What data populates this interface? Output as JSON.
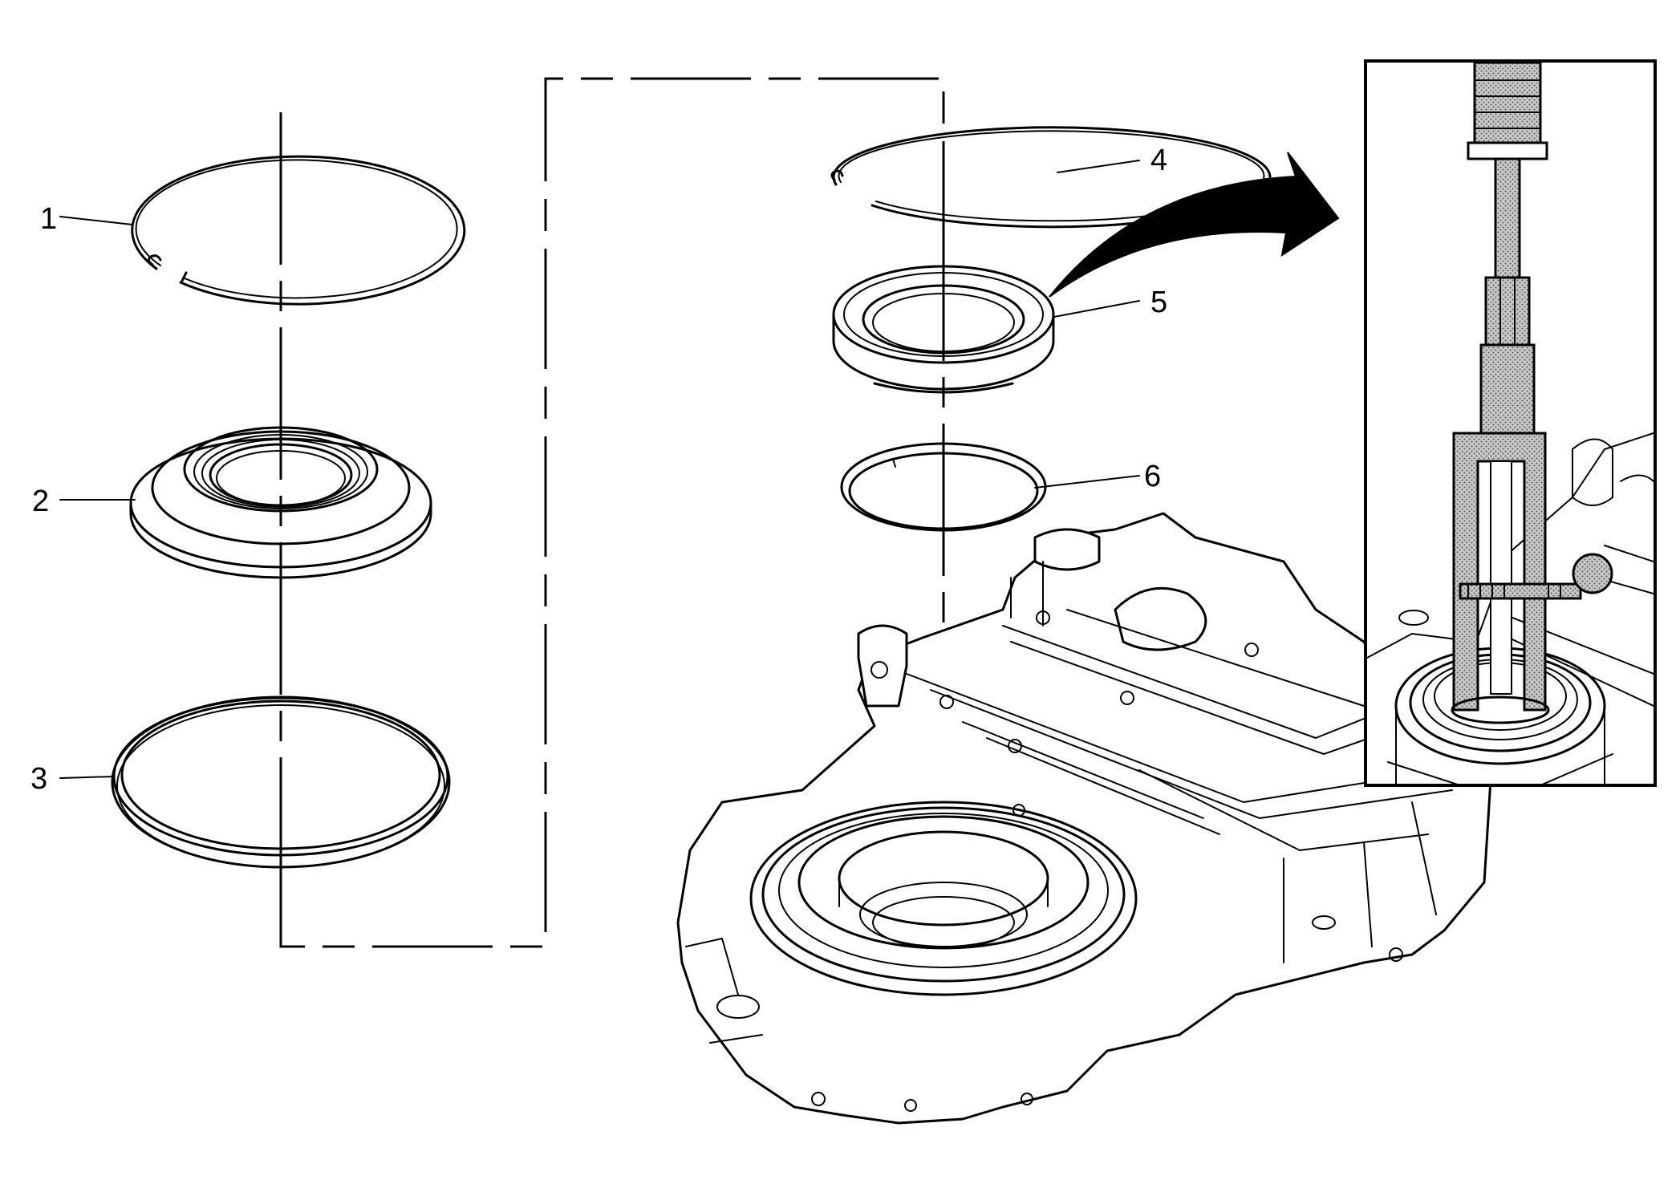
{
  "callouts": [
    {
      "id": "1",
      "label": "1"
    },
    {
      "id": "2",
      "label": "2"
    },
    {
      "id": "3",
      "label": "3"
    },
    {
      "id": "4",
      "label": "4"
    },
    {
      "id": "5",
      "label": "5"
    },
    {
      "id": "6",
      "label": "6"
    }
  ],
  "icons": {
    "arrow": "curved-arrow-icon",
    "tool": "seal-installer-tool-icon"
  },
  "colors": {
    "line": "#000000",
    "background": "#ffffff",
    "hatch": "#9a9a9a"
  }
}
